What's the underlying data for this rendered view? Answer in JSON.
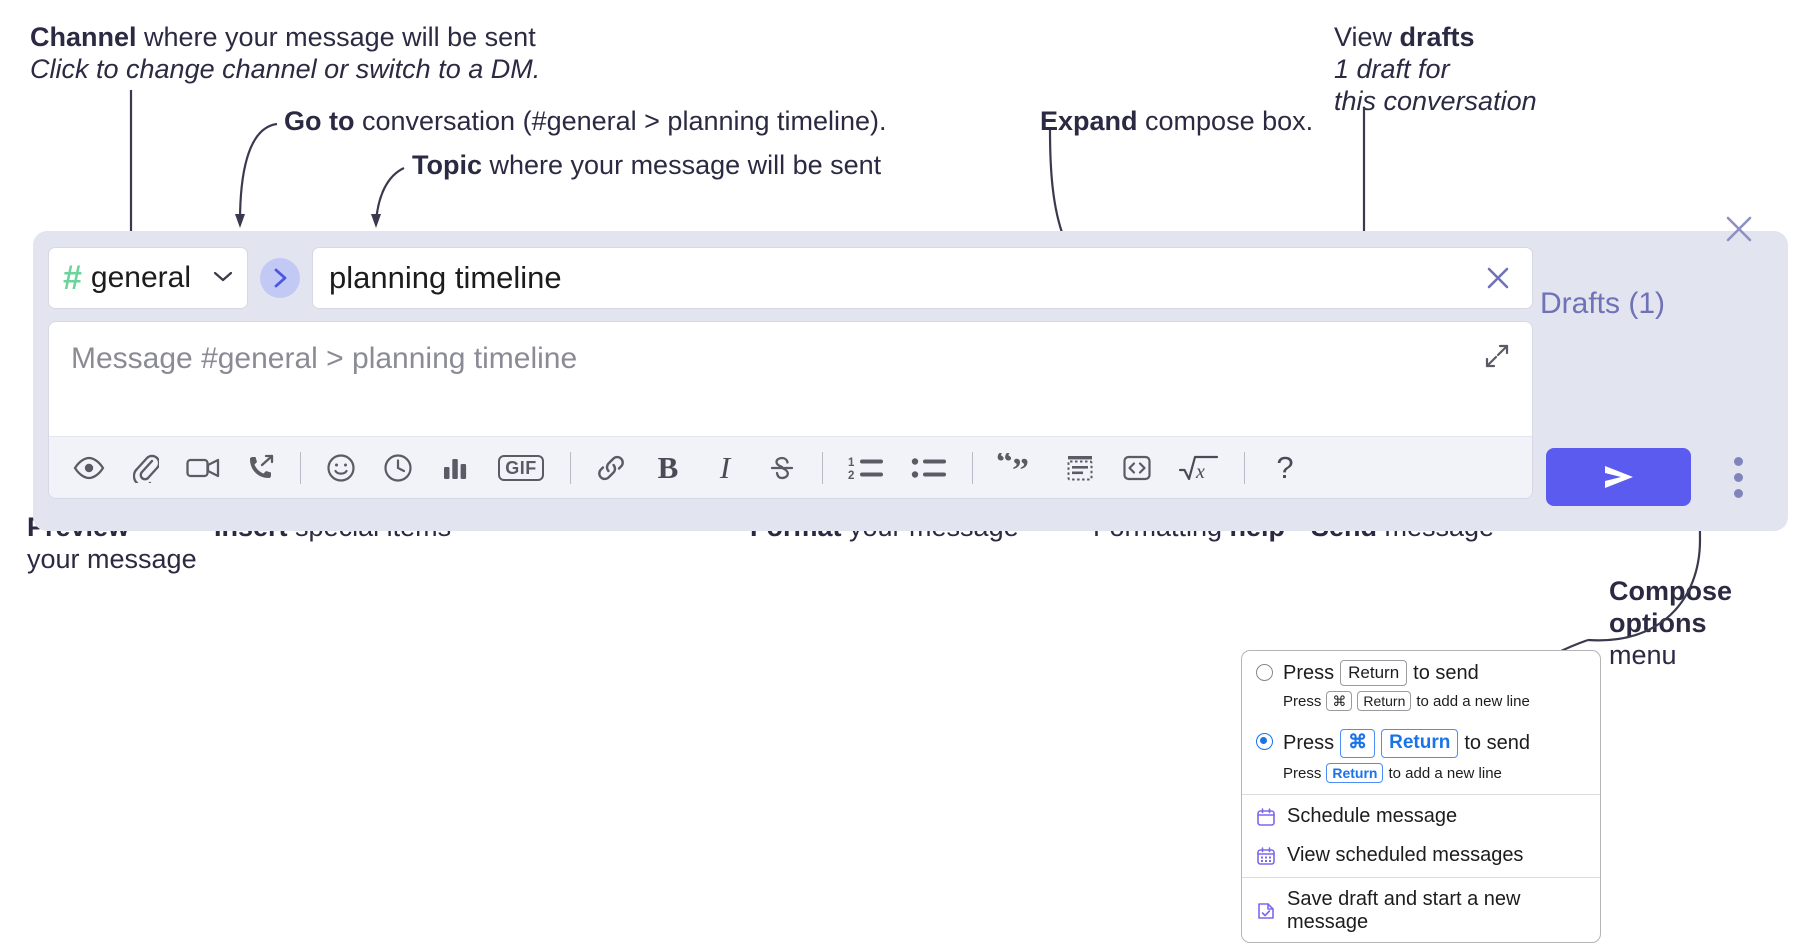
{
  "annotations": {
    "channel": {
      "bold": "Channel",
      "rest": " where your message will be sent",
      "sub": "Click to change channel or switch to a DM."
    },
    "goto": {
      "bold": "Go to",
      "rest": " conversation (#general > planning timeline)."
    },
    "topic": {
      "bold": "Topic",
      "rest": " where your message will be sent"
    },
    "expand": {
      "bold": "Expand",
      "rest": " compose box."
    },
    "drafts": {
      "pre": "View ",
      "bold": "drafts",
      "sub1": "1 draft for",
      "sub2": "this conversation"
    },
    "preview": {
      "bold": "Preview",
      "sub": "your message"
    },
    "insert": {
      "bold": "Insert",
      "rest": " special items"
    },
    "format": {
      "bold": "Format",
      "rest": " your message"
    },
    "help": {
      "pre": "Formatting ",
      "bold": "help"
    },
    "send": {
      "bold": "Send",
      "rest": " message"
    },
    "compose_options": {
      "bold1": "Compose",
      "bold2": "options",
      "rest": "menu"
    }
  },
  "compose": {
    "channel_name": "general",
    "hash_symbol": "#",
    "chevron": "⌄",
    "goto_arrow": "›",
    "topic_value": "planning timeline",
    "message_placeholder": "Message #general > planning timeline",
    "drafts_label": "Drafts (1)",
    "help_glyph": "?",
    "gif_label": "GIF",
    "bold_label": "B",
    "italic_label": "I",
    "strike_label": "S",
    "toolbar": [
      {
        "name": "preview-icon",
        "title": "Preview"
      },
      {
        "name": "attachment-icon",
        "title": "Attach file"
      },
      {
        "name": "video-icon",
        "title": "Record video clip"
      },
      {
        "name": "huddle-icon",
        "title": "Start a huddle"
      },
      {
        "name": "emoji-icon",
        "title": "Emoji"
      },
      {
        "name": "clock-icon",
        "title": "Reminder"
      },
      {
        "name": "poll-icon",
        "title": "Poll"
      },
      {
        "name": "gif-icon",
        "title": "GIF"
      },
      {
        "name": "link-icon",
        "title": "Link"
      },
      {
        "name": "bold-icon",
        "title": "Bold"
      },
      {
        "name": "italic-icon",
        "title": "Italic"
      },
      {
        "name": "strikethrough-icon",
        "title": "Strikethrough"
      },
      {
        "name": "ordered-list-icon",
        "title": "Ordered list"
      },
      {
        "name": "bulleted-list-icon",
        "title": "Bulleted list"
      },
      {
        "name": "blockquote-icon",
        "title": "Blockquote"
      },
      {
        "name": "code-block-icon",
        "title": "Code block"
      },
      {
        "name": "code-icon",
        "title": "Code"
      },
      {
        "name": "math-icon",
        "title": "Math"
      },
      {
        "name": "help-icon",
        "title": "Formatting help"
      }
    ]
  },
  "options_menu": {
    "radio1": {
      "pre": "Press",
      "key": "Return",
      "post": "to send",
      "sub_pre": "Press",
      "sub_key1": "⌘",
      "sub_key2": "Return",
      "sub_post": "to add a new line",
      "selected": false
    },
    "radio2": {
      "pre": "Press",
      "key1": "⌘",
      "key2": "Return",
      "post": "to send",
      "sub_pre": "Press",
      "sub_key": "Return",
      "sub_post": "to add a new line",
      "selected": true
    },
    "items": [
      {
        "icon": "calendar-schedule-icon",
        "label": "Schedule message"
      },
      {
        "icon": "calendar-grid-icon",
        "label": "View scheduled messages"
      },
      {
        "icon": "save-draft-icon",
        "label": "Save draft and start a new message"
      }
    ]
  },
  "colors": {
    "panel_bg": "#e2e4f0",
    "accent_purple": "#5b5bf0",
    "drafts_text": "#6f72b5",
    "hash_green": "#6ad49b",
    "goto_bg": "#c3c9f5",
    "toolbar_bg": "#f2f3f8",
    "key_blue": "#1a73e8"
  }
}
